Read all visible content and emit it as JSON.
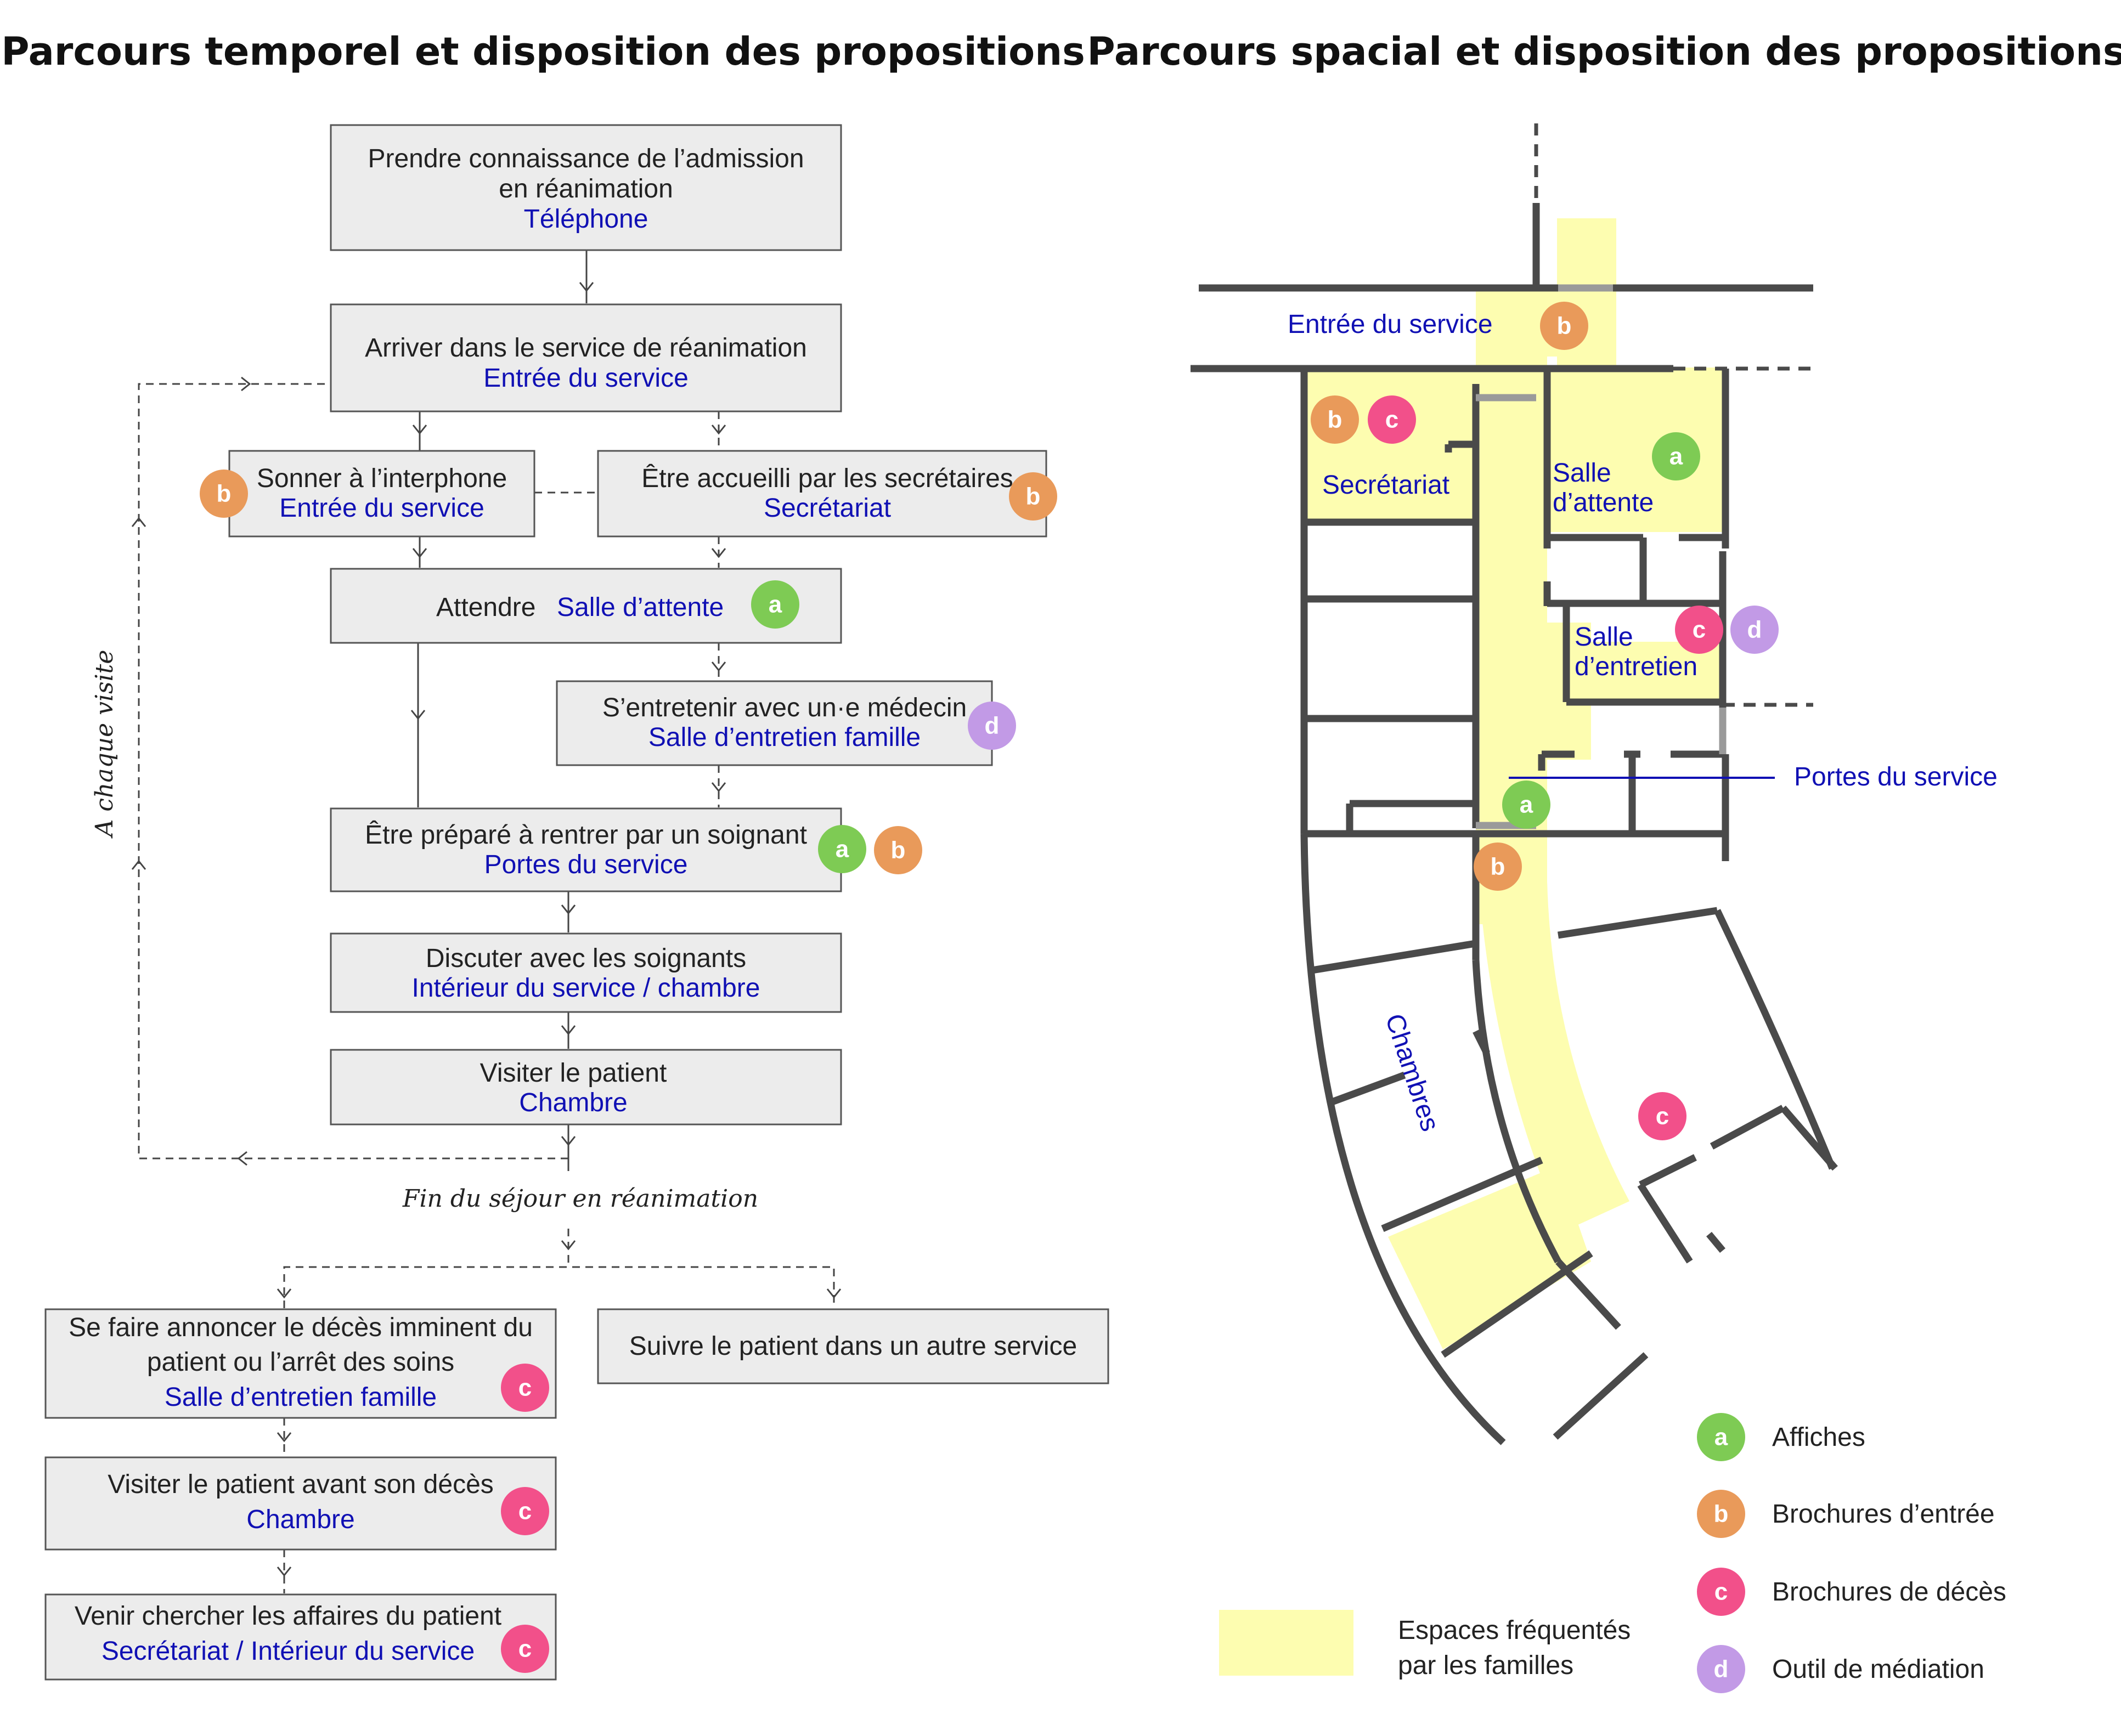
{
  "titles": {
    "left": "Parcours temporel et disposition des propositions",
    "right": "Parcours spacial et disposition des propositions"
  },
  "badge_colors": {
    "a": "#7ecb54",
    "b": "#e99a5a",
    "c": "#f2508a",
    "d": "#c29ae6"
  },
  "badge_letters": {
    "a": "a",
    "b": "b",
    "c": "c",
    "d": "d"
  },
  "flow": {
    "box1": {
      "label_l1": "Prendre connaissance de l’admission",
      "label_l2": "en réanimation",
      "loc": "Téléphone"
    },
    "box2": {
      "label": "Arriver dans le service de réanimation",
      "loc": "Entrée du service"
    },
    "box3a": {
      "label": "Sonner à l’interphone",
      "loc": "Entrée du service"
    },
    "box3b": {
      "label": "Être accueilli par les secrétaires",
      "loc": "Secrétariat"
    },
    "box4": {
      "label": "Attendre",
      "loc": "Salle d’attente"
    },
    "box5": {
      "label": "S’entretenir avec un·e médecin",
      "loc": "Salle d’entretien famille"
    },
    "box6": {
      "label": "Être préparé à rentrer par un soignant",
      "loc": "Portes du service"
    },
    "box7": {
      "label": "Discuter avec les soignants",
      "loc": "Intérieur du service / chambre"
    },
    "box8": {
      "label": "Visiter le patient",
      "loc": "Chambre"
    },
    "loop_label": "A chaque visite",
    "end_label": "Fin du séjour en réanimation",
    "box9": {
      "label_l1": "Se faire annoncer le décès imminent du",
      "label_l2": "patient ou l’arrêt des soins",
      "loc": "Salle d’entretien famille"
    },
    "box10": {
      "label": "Suivre le patient dans un autre service"
    },
    "box11": {
      "label": "Visiter le patient avant son décès",
      "loc": "Chambre"
    },
    "box12": {
      "label": "Venir chercher les affaires du patient",
      "loc": "Secrétariat / Intérieur du service"
    }
  },
  "map": {
    "entree": "Entrée du service",
    "secretariat": "Secrétariat",
    "salle_attente_l1": "Salle",
    "salle_attente_l2": "d’attente",
    "salle_entretien_l1": "Salle",
    "salle_entretien_l2": "d’entretien",
    "portes": "Portes du service",
    "chambres": "Chambres",
    "highlight_color": "#fdfdb0"
  },
  "legend": {
    "a": "Affiches",
    "b": "Brochures d’entrée",
    "c": "Brochures de décès",
    "d": "Outil de médiation",
    "zone_l1": "Espaces fréquentés",
    "zone_l2": "par les familles"
  }
}
